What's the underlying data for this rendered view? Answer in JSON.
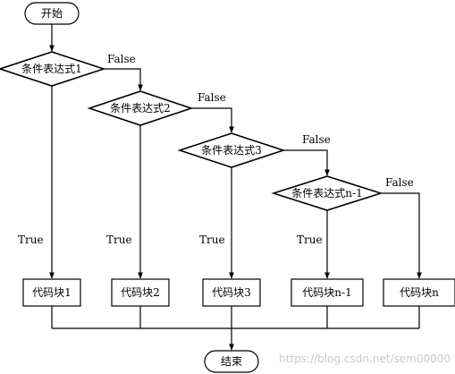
{
  "diagram": {
    "start": "开始",
    "end": "结束",
    "conditions": [
      "条件表达式1",
      "条件表达式2",
      "条件表达式3",
      "条件表达式n-1"
    ],
    "blocks": [
      "代码块1",
      "代码块2",
      "代码块3",
      "代码块n-1",
      "代码块n"
    ],
    "true_label": "True",
    "false_label": "False"
  },
  "watermark": "https://blog.csdn.net/sem00000"
}
